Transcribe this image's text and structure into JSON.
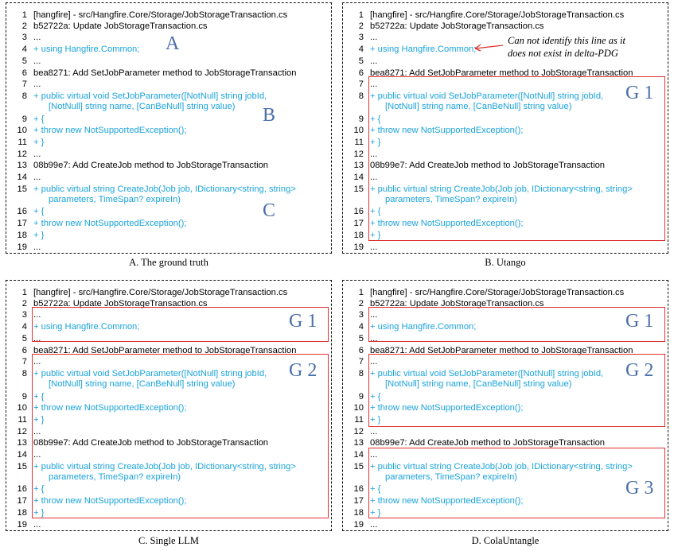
{
  "panels": [
    {
      "caption": "A. The ground truth",
      "labels": [
        "A",
        "B",
        "C"
      ]
    },
    {
      "caption": "B. Utango",
      "labels": [
        "G 1"
      ],
      "note_line1": "Can not identify this line as it",
      "note_line2": "does not exist in delta-PDG"
    },
    {
      "caption": "C. Single LLM",
      "labels": [
        "G 1",
        "G 2"
      ]
    },
    {
      "caption": "D. ColaUntangle",
      "labels": [
        "G 1",
        "G 2",
        "G 3"
      ]
    }
  ],
  "code": {
    "n1": "1",
    "n2": "2",
    "n3": "3",
    "n4": "4",
    "n5": "5",
    "n6": "6",
    "n7": "7",
    "n8": "8",
    "n9": "9",
    "n10": "10",
    "n11": "11",
    "n12": "12",
    "n13": "13",
    "n14": "14",
    "n15": "15",
    "n16": "16",
    "n17": "17",
    "n18": "18",
    "n19": "19",
    "l1": "[hangfire] - src/Hangfire.Core/Storage/JobStorageTransaction.cs",
    "l2": "b52722a: Update JobStorageTransaction.cs",
    "ellipsis": "...",
    "l4": "+   using Hangfire.Common;",
    "l6": "bea8271:  Add SetJobParameter method to JobStorageTransaction",
    "l8a": "+   public virtual void SetJobParameter([NotNull] string jobId,",
    "l8b": "[NotNull] string name, [CanBeNull] string value)",
    "l9": "+   {",
    "l10": "+       throw new NotSupportedException();",
    "l11": "+   }",
    "l13": "08b99e7:  Add CreateJob method to JobStorageTransaction",
    "l15a": "+   public virtual string CreateJob(Job job, IDictionary<string, string>",
    "l15b": "parameters, TimeSpan? expireIn)",
    "l16": "+   {",
    "l17": "+       throw new NotSupportedException();",
    "l18": "+   }"
  }
}
